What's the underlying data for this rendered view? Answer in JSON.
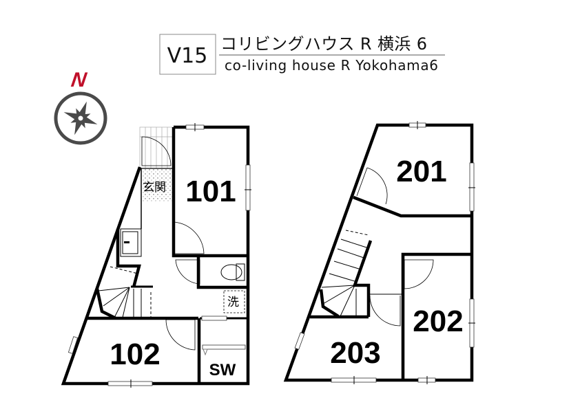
{
  "header": {
    "code": "V15",
    "title_ja": "コリビングハウス R 横浜 6",
    "title_en": "co-living house R Yokohama6"
  },
  "compass": {
    "label": "N",
    "color": "#c0102a",
    "icon": "compass-rose-icon"
  },
  "floor1": {
    "rooms": [
      "101",
      "102"
    ],
    "entrance_label": "玄関",
    "washer_label": "洗",
    "storage_label": "SW"
  },
  "floor2": {
    "rooms": [
      "201",
      "202",
      "203"
    ]
  }
}
